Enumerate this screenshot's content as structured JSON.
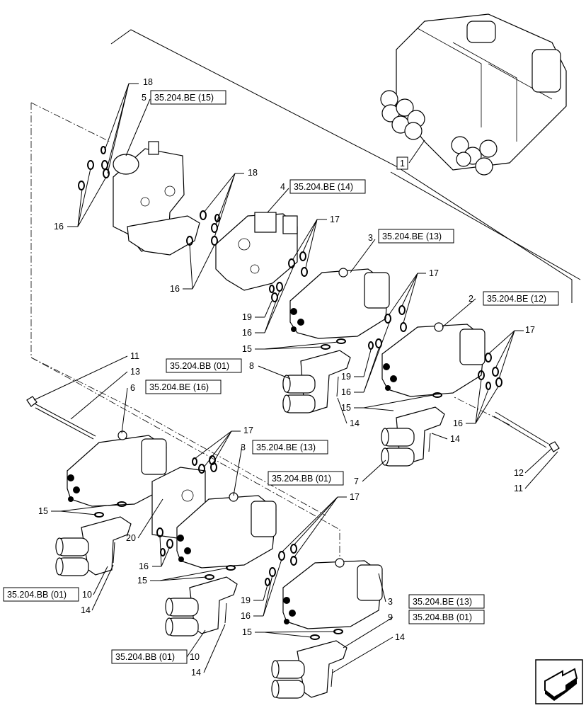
{
  "refs": {
    "r_be15": "35.204.BE (15)",
    "r_be14": "35.204.BE (14)",
    "r_be13a": "35.204.BE (13)",
    "r_be12": "35.204.BE (12)",
    "r_bb01a": "35.204.BB (01)",
    "r_be16": "35.204.BE (16)",
    "r_be13b": "35.204.BE (13)",
    "r_bb01b": "35.204.BB (01)",
    "r_bb01c": "35.204.BB (01)",
    "r_be13c": "35.204.BE (13)",
    "r_bb01d": "35.204.BB (01)",
    "r_bb01e": "35.204.BB (01)"
  },
  "callouts": {
    "c18a": "18",
    "c5": "5",
    "c16a": "16",
    "c18b": "18",
    "c4": "4",
    "c16b": "16",
    "c1": "1",
    "c17a": "17",
    "c3a": "3",
    "c19a": "19",
    "c16c": "16",
    "c15a": "15",
    "c8": "8",
    "c14a": "14",
    "c17b": "17",
    "c2": "2",
    "c19b": "19",
    "c16d": "16",
    "c15b": "15",
    "c14b": "14",
    "c7": "7",
    "c17c": "17",
    "c16e": "16",
    "c12": "12",
    "c11a": "11",
    "c11b": "11",
    "c13": "13",
    "c6": "6",
    "c17d": "17",
    "c3b": "3",
    "c20": "20",
    "c16f": "16",
    "c15c": "15",
    "c15d": "15",
    "c10a": "10",
    "c14c": "14",
    "c10b": "10",
    "c14d": "14",
    "c17e": "17",
    "c19c": "19",
    "c16g": "16",
    "c15e": "15",
    "c3c": "3",
    "c9": "9",
    "c14e": "14"
  },
  "icons": {
    "nav": "next-page-arrow-icon"
  }
}
